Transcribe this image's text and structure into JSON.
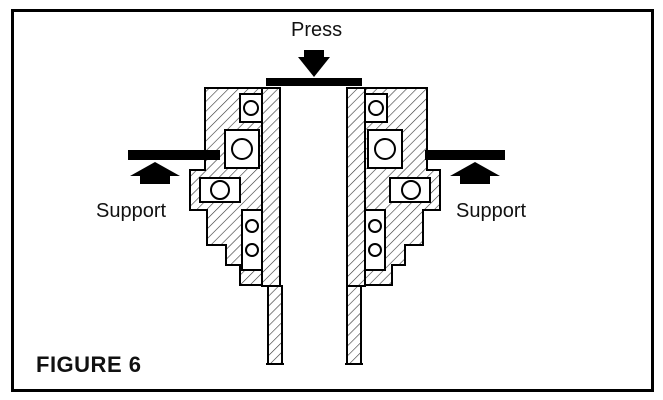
{
  "labels": {
    "press": "Press",
    "support_left": "Support",
    "support_right": "Support"
  },
  "caption": "FIGURE 6",
  "colors": {
    "ink": "#000000",
    "paper": "#ffffff",
    "hatch": "#333333"
  },
  "icons": {
    "press": "press-arrow-down-icon",
    "support_left": "support-arrow-up-icon",
    "support_right": "support-arrow-up-icon"
  }
}
